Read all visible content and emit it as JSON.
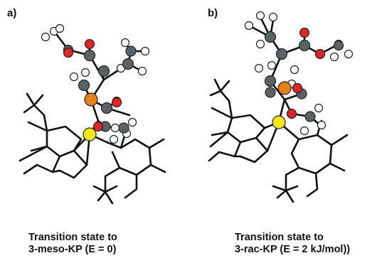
{
  "panels": [
    {
      "label": "a)",
      "caption_line1": "Transition state to",
      "caption_line2": "3-meso-KP (E = 0)"
    },
    {
      "label": "b)",
      "caption_line1": "Transition state to",
      "caption_line2": "3-rac-KP (E = 2 kJ/mol))"
    }
  ],
  "colors": {
    "carbon": "#5b6266",
    "oxygen": "#e0252a",
    "hydrogen": "#f7f7f7",
    "phosphorus": "#e8801a",
    "zirconium": "#f4e61a",
    "bond": "#111111"
  }
}
